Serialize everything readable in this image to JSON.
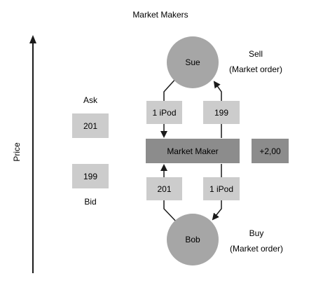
{
  "title": "Market Makers",
  "axis": {
    "label": "Price"
  },
  "quotes": {
    "ask_label": "Ask",
    "ask_value": "201",
    "bid_label": "Bid",
    "bid_value": "199"
  },
  "participants": {
    "seller_name": "Sue",
    "seller_action": "Sell",
    "seller_order_type": "(Market order)",
    "buyer_name": "Bob",
    "buyer_action": "Buy",
    "buyer_order_type": "(Market order)"
  },
  "market_maker": {
    "label": "Market Maker",
    "profit": "+2,00"
  },
  "flows": {
    "seller_to_mm": "1 iPod",
    "mm_to_seller": "199",
    "buyer_to_mm": "201",
    "mm_to_buyer": "1 iPod"
  },
  "colors": {
    "light_box": "#cccccc",
    "dark_box": "#8c8c8c",
    "circle": "#a6a6a6",
    "stroke": "#1a1a1a"
  },
  "icons": {
    "price_axis": "arrow-up-icon",
    "flow": "arrowhead-icon"
  }
}
